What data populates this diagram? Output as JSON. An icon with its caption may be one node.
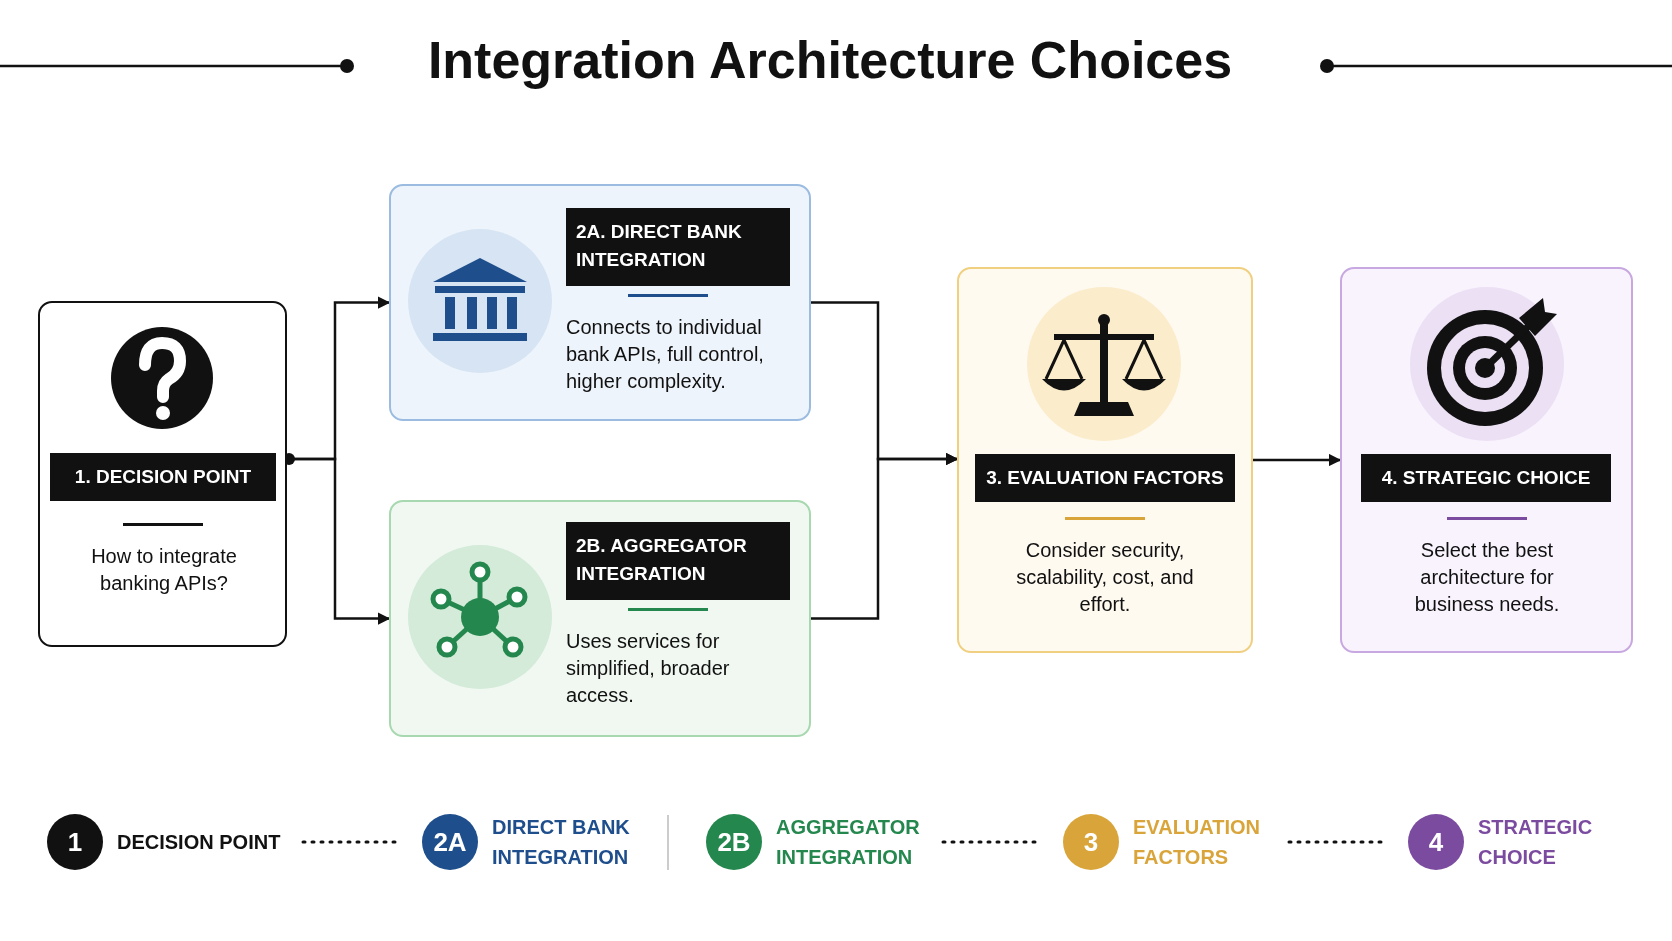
{
  "diagram": {
    "title": "Integration Architecture Choices",
    "nodes": [
      {
        "text": [
          "1. DECISION POINT",
          "How to integrate banking APIs?"
        ]
      },
      {
        "text": [
          "2A. DIRECT BANK INTEGRATION",
          "Connects to individual bank APIs, full control, higher complexity."
        ]
      },
      {
        "text": [
          "2B. AGGREGATOR INTEGRATION",
          "Uses services for simplified, broader access."
        ]
      },
      {
        "text": [
          "3. EVALUATION FACTORS",
          "Consider security, scalability, cost, and effort."
        ]
      },
      {
        "text": [
          "4. STRATEGIC CHOICE",
          "Select the best architecture for business needs."
        ]
      }
    ],
    "edges": [
      {
        "from": 0,
        "to": 1,
        "arrow": "to"
      },
      {
        "from": 0,
        "to": 2,
        "arrow": "to"
      },
      {
        "from": 1,
        "to": 3,
        "arrow": "to"
      },
      {
        "from": 2,
        "to": 3,
        "arrow": "to"
      },
      {
        "from": 3,
        "to": 4,
        "arrow": "to"
      }
    ],
    "labels": [
      "1",
      "2A",
      "2B",
      "3",
      "4"
    ],
    "legend": [
      {
        "text": "DECISION POINT",
        "color": "#111111"
      },
      {
        "text": "DIRECT BANK INTEGRATION",
        "color": "#1f4e8c"
      },
      {
        "text": "AGGREGATOR INTEGRATION",
        "color": "#24874d"
      },
      {
        "text": "EVALUATION FACTORS",
        "color": "#d9a53a"
      },
      {
        "text": "STRATEGIC CHOICE",
        "color": "#7b4ba0"
      }
    ]
  }
}
